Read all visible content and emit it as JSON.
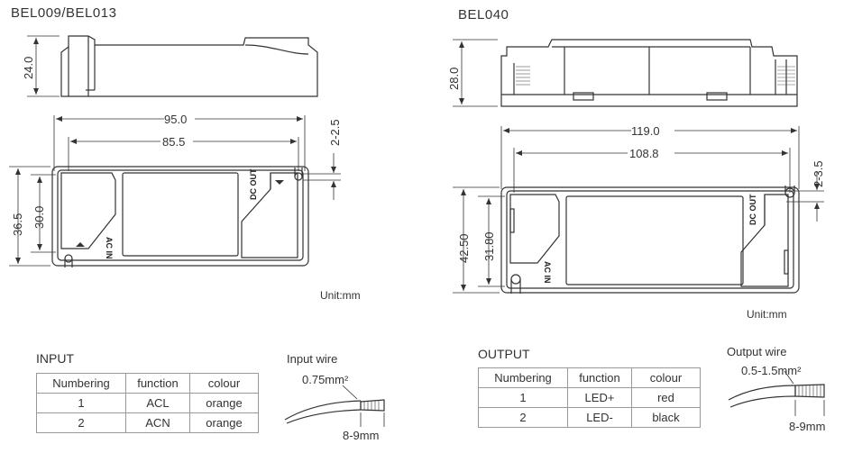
{
  "left": {
    "title": "BEL009/BEL013",
    "dims": {
      "height_side": "24.0",
      "length_total": "95.0",
      "length_holes": "85.5",
      "hole": "2-2.5",
      "width_total": "36.5",
      "width_body": "30.0"
    },
    "labels": {
      "ac_in": "AC IN",
      "dc_out": "DC OUT"
    },
    "unit": "Unit:mm"
  },
  "right": {
    "title": "BEL040",
    "dims": {
      "height_side": "28.0",
      "length_total": "119.0",
      "length_holes": "108.8",
      "hole": "2-3.5",
      "width_total": "42.50",
      "width_body": "31.80"
    },
    "labels": {
      "ac_in": "AC IN",
      "dc_out": "DC OUT"
    },
    "unit": "Unit:mm"
  },
  "input": {
    "heading": "INPUT",
    "headers": [
      "Numbering",
      "function",
      "colour"
    ],
    "rows": [
      [
        "1",
        "ACL",
        "orange"
      ],
      [
        "2",
        "ACN",
        "orange"
      ]
    ],
    "wire_title": "Input wire",
    "wire_size": "0.75mm²",
    "strip": "8-9mm"
  },
  "output": {
    "heading": "OUTPUT",
    "headers": [
      "Numbering",
      "function",
      "colour"
    ],
    "rows": [
      [
        "1",
        "LED+",
        "red"
      ],
      [
        "2",
        "LED-",
        "black"
      ]
    ],
    "wire_title": "Output wire",
    "wire_size": "0.5-1.5mm²",
    "strip": "8-9mm"
  }
}
